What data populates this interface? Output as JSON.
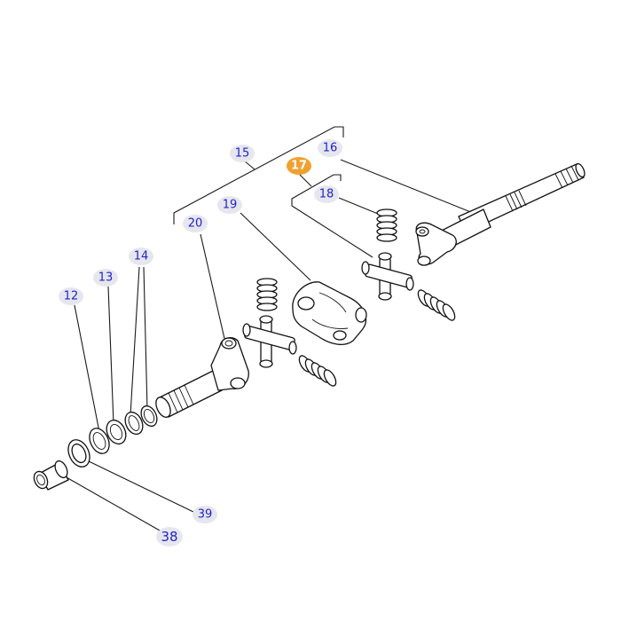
{
  "diagram": {
    "colors": {
      "callout_background": "#e6e6ee",
      "callout_text": "#2323c8",
      "highlight_background": "#f0a030",
      "highlight_text": "#ffffff",
      "line": "#1a1a1a"
    },
    "callouts": [
      {
        "id": "c12",
        "label": "12"
      },
      {
        "id": "c13",
        "label": "13"
      },
      {
        "id": "c14",
        "label": "14"
      },
      {
        "id": "c15",
        "label": "15"
      },
      {
        "id": "c16",
        "label": "16"
      },
      {
        "id": "c17",
        "label": "17",
        "highlighted": true
      },
      {
        "id": "c18",
        "label": "18"
      },
      {
        "id": "c19",
        "label": "19"
      },
      {
        "id": "c20",
        "label": "20"
      },
      {
        "id": "c38",
        "label": "38"
      },
      {
        "id": "c39",
        "label": "39"
      }
    ]
  }
}
